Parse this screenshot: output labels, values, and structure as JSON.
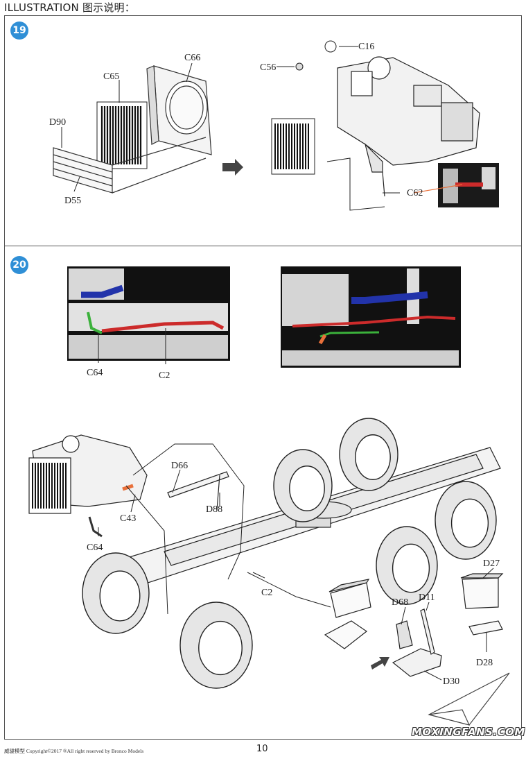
{
  "header": {
    "title": "ILLUSTRATION 图示说明："
  },
  "steps": [
    {
      "number": "19",
      "labels": {
        "c65": "C65",
        "c66": "C66",
        "d90": "D90",
        "d55": "D55",
        "c56": "C56",
        "c16": "C16",
        "c62": "C62"
      }
    },
    {
      "number": "20",
      "labels": {
        "c64_top": "C64",
        "c2_top": "C2",
        "d66": "D66",
        "d88": "D88",
        "c43": "C43",
        "c64": "C64",
        "c2": "C2",
        "d27": "D27",
        "d68": "D68",
        "d11": "D11",
        "d28": "D28",
        "d30": "D30"
      }
    }
  ],
  "colors": {
    "step_badge": "#2f8fd6",
    "part_blue": "#2233aa",
    "part_green": "#3bb13b",
    "part_red": "#cc2b2b",
    "part_orange": "#e8703a"
  },
  "footer": {
    "copyright": "威骏模型  Copyright©2017  ®All right reserved by Bronco Models",
    "page": "10",
    "watermark": "MOXINGFANS.COM"
  }
}
